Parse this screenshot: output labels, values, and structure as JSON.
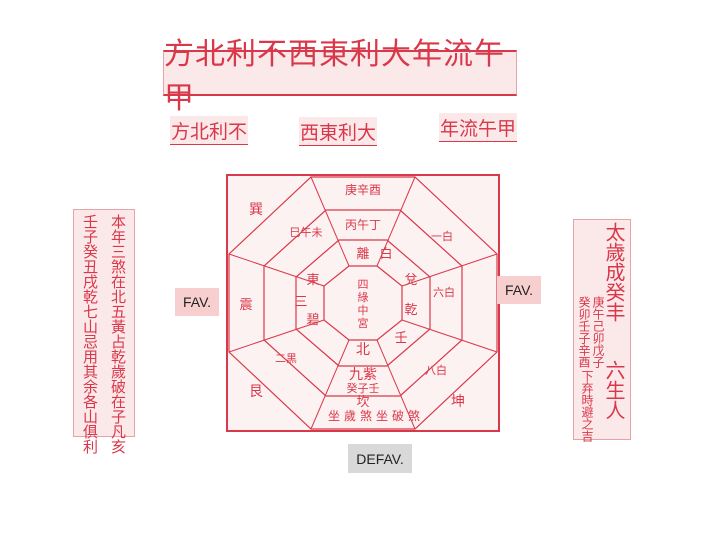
{
  "title": "方北利不西東利大年流午甲",
  "subtitles": [
    "方北利不",
    "西東利大",
    "年流午甲"
  ],
  "left_strip": {
    "columns": [
      "本年三煞在北五黃占乾歲破在子凡亥",
      "壬子癸丑戌乾七山忌用其余各山俱利"
    ]
  },
  "right_strip": {
    "big1": "太歲成癸丰",
    "small1": "癸卯壬子辛酉",
    "small2": "庚午己卯戊子",
    "big2": "六生人",
    "small3": "下弃時避之吉"
  },
  "compass": {
    "center": [
      "四",
      "綠",
      "中",
      "宮"
    ],
    "inner_ring": [
      "北",
      "九紫",
      "壬",
      "乾",
      "兌",
      "白",
      "離",
      "東",
      "三",
      "碧"
    ],
    "outer_labels": [
      "坎",
      "坤",
      "巽",
      "震",
      "艮",
      "六白",
      "一白",
      "八白",
      "二黑"
    ],
    "bottom_labels": [
      "坐",
      "歲",
      "煞",
      "坐",
      "破",
      "煞",
      "癸子壬"
    ],
    "top_labels": [
      "丙午丁",
      "庚辛酉",
      "巳午未"
    ]
  },
  "buttons": {
    "fav_left": "FAV.",
    "fav_right": "FAV.",
    "defav": "DEFAV."
  },
  "colors": {
    "accent": "#d9384a",
    "paper": "#fbe9ea",
    "fav_bg": "#f8cfcf",
    "defav_bg": "#d9d9d9"
  }
}
